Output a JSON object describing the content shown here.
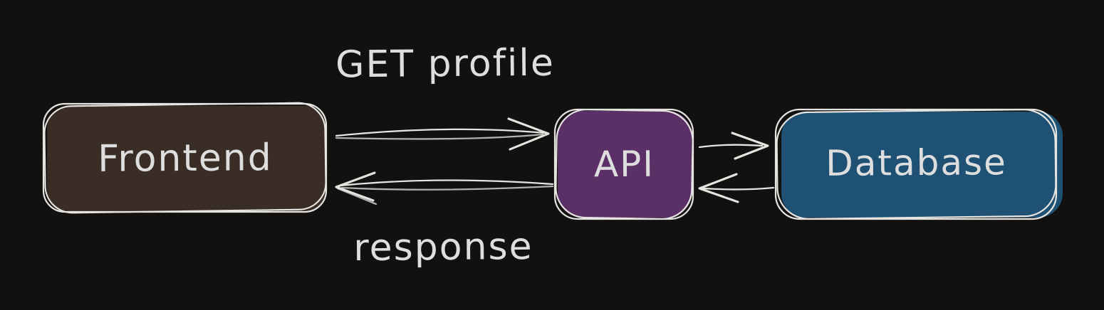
{
  "canvas": {
    "background": "#121110",
    "stroke_color": "#e6e4e1",
    "text_color": "#dedede"
  },
  "diagram": {
    "nodes": [
      {
        "id": "frontend",
        "label": "Frontend",
        "fill": "#3a2d25",
        "shape": "rounded-rectangle"
      },
      {
        "id": "api",
        "label": "API",
        "fill": "#5a3066",
        "shape": "rounded-rectangle"
      },
      {
        "id": "database",
        "label": "Database",
        "fill": "#1e5173",
        "shape": "rounded-rectangle"
      }
    ],
    "edges": [
      {
        "from": "frontend",
        "to": "api",
        "label": "GET profile",
        "direction": "right"
      },
      {
        "from": "api",
        "to": "frontend",
        "label": "response",
        "direction": "left"
      },
      {
        "from": "api",
        "to": "database",
        "label": "",
        "direction": "right"
      },
      {
        "from": "database",
        "to": "api",
        "label": "",
        "direction": "left"
      }
    ]
  }
}
